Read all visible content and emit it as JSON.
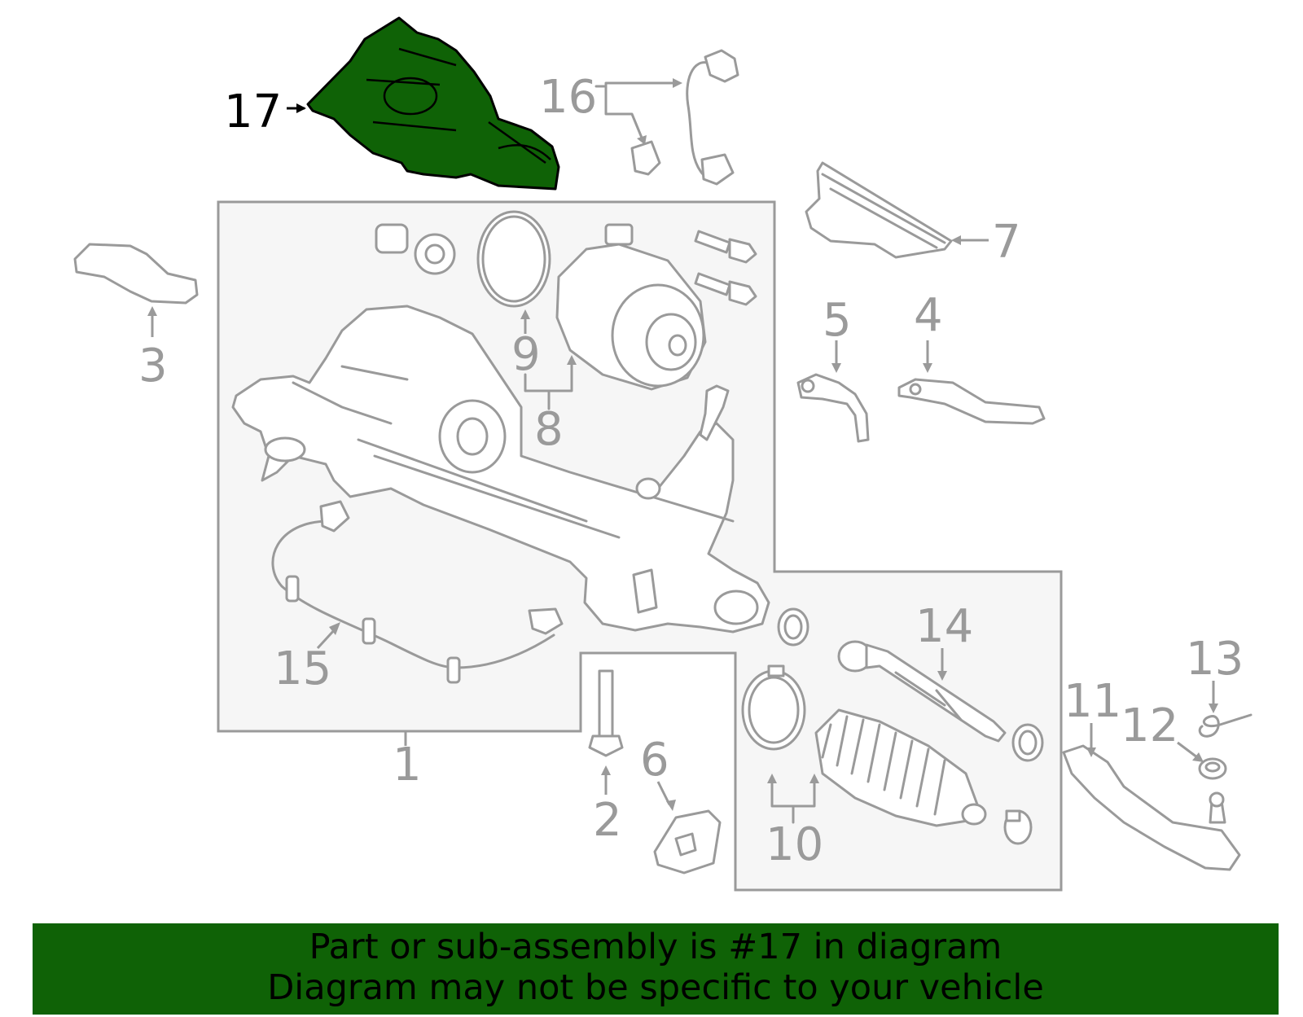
{
  "colors": {
    "highlight": "#0f6206",
    "banner_bg": "#0f6206",
    "part_line": "#9a9a9a",
    "group_box_fill": "#f6f6f6"
  },
  "highlighted_part": "17",
  "callouts": {
    "c1": "1",
    "c2": "2",
    "c3": "3",
    "c4": "4",
    "c5": "5",
    "c6": "6",
    "c7": "7",
    "c8": "8",
    "c9": "9",
    "c10": "10",
    "c11": "11",
    "c12": "12",
    "c13": "13",
    "c14": "14",
    "c15": "15",
    "c16": "16",
    "c17": "17"
  },
  "banner": {
    "line1": "Part or sub-assembly is #17 in diagram",
    "line2": "Diagram may not be specific to your vehicle"
  }
}
